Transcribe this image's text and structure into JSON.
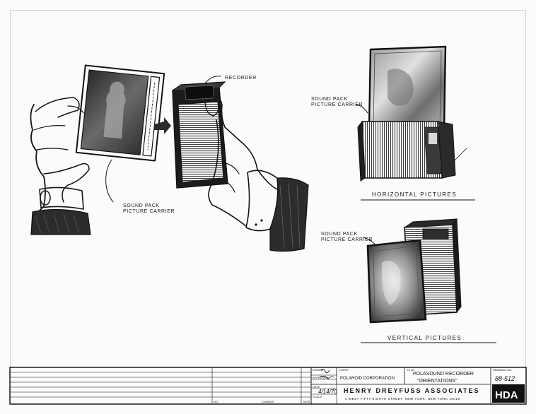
{
  "callouts": {
    "recorder": "RECORDER",
    "sound_pack_left_1": "SOUND PACK",
    "sound_pack_left_2": "PICTURE CARRIER",
    "sound_pack_h_1": "SOUND PACK",
    "sound_pack_h_2": "PICTURE CARRIER",
    "sound_pack_v_1": "SOUND PACK",
    "sound_pack_v_2": "PICTURE CARRIER"
  },
  "captions": {
    "horizontal": "HORIZONTAL PICTURES",
    "vertical": "VERTICAL PICTURES"
  },
  "title_block": {
    "client_label": "CLIENT",
    "client": "POLAROID CORPORATION",
    "title_label": "TITLE",
    "title_line1": "POLASOUND RECORDER",
    "title_line2": "\"ORIENTATIONS\"",
    "drawing_no_label": "DRAWING NO.",
    "drawing_no": "88-512",
    "drawn_label": "DRAWN",
    "approved_label": "APPROVED",
    "date_label": "DATE",
    "date": "4/14/70",
    "scale_label": "SCALE",
    "firm": "HENRY DREYFUSS ASSOCIATES",
    "address": "4 WEST FIFTY-EIGHTH STREET, NEW YORK, NEW YORK 10019",
    "logo": "HDA",
    "no_label": "NO.",
    "change_label": "CHANGE",
    "date_col_label": "DATE"
  },
  "colors": {
    "ink": "#141414",
    "paper": "#fbfbf9",
    "logo_bg": "#111111"
  }
}
